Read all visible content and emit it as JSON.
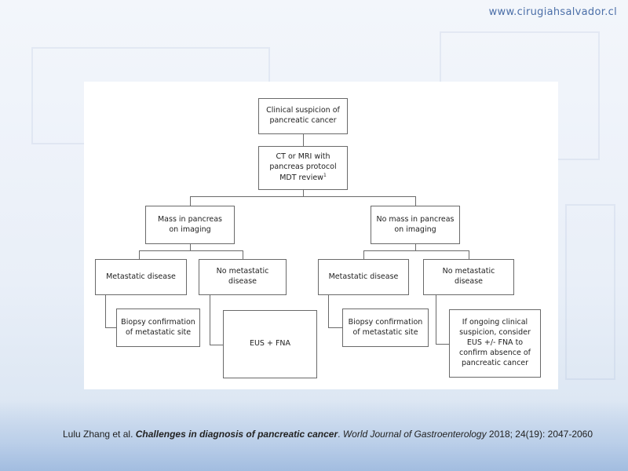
{
  "header": {
    "site_url": "www.cirugiahsalvador.cl"
  },
  "flowchart": {
    "start": "Clinical suspicion of\npancreatic cancer",
    "imaging_line1": "CT or MRI with\npancreas protocol\nMDT review",
    "imaging_sup": "1",
    "branch_left": "Mass in pancreas\non imaging",
    "branch_right": "No mass in pancreas\non imaging",
    "left_metastatic": "Metastatic disease",
    "left_no_metastatic": "No metastatic\ndisease",
    "right_metastatic": "Metastatic disease",
    "right_no_metastatic": "No metastatic\ndisease",
    "left_biopsy": "Biopsy confirmation\nof metastatic site",
    "left_eus": "EUS + FNA",
    "right_biopsy": "Biopsy confirmation\nof metastatic site",
    "right_consider": "If ongoing clinical\nsuspicion, consider\nEUS +/- FNA to\nconfirm absence of\npancreatic cancer"
  },
  "citation": {
    "authors": "Lulu Zhang et al. ",
    "title": "Challenges in diagnosis  of pancreatic cancer",
    "period": ". ",
    "journal": "World Journal of Gastroenterology",
    "details": " 2018; 24(19): 2047-2060"
  }
}
